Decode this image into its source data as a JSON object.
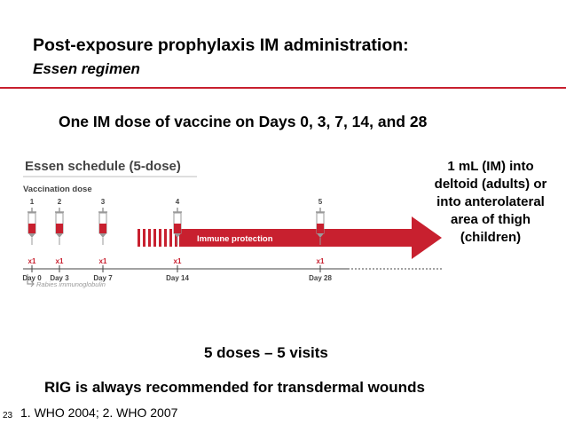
{
  "slide": {
    "title": "Post-exposure prophylaxis IM administration:",
    "subtitle": "Essen regimen",
    "headline": "One IM dose of vaccine on Days 0, 3, 7, 14, and 28",
    "route_text": "1 mL (IM) into deltoid (adults) or into anterolateral area of thigh (children)",
    "doses_text": "5 doses – 5 visits",
    "rig_text": "RIG is always recommended for transdermal wounds",
    "references": "1. WHO 2004; 2. WHO 2007",
    "slide_number": "23"
  },
  "diagram": {
    "title": "Essen schedule (5-dose)",
    "section_label": "Vaccination dose",
    "arrow_label": "Immune protection",
    "rig_note": "Rabies immunoglobulin",
    "doses": [
      {
        "number": "1",
        "mult": "x1",
        "day": "Day 0"
      },
      {
        "number": "2",
        "mult": "x1",
        "day": "Day 3"
      },
      {
        "number": "3",
        "mult": "x1",
        "day": "Day 7"
      },
      {
        "number": "4",
        "mult": "x1",
        "day": "Day 14"
      },
      {
        "number": "5",
        "mult": "x1",
        "day": "Day 28"
      }
    ],
    "colors": {
      "accent": "#c8202f",
      "dark": "#444444",
      "syringe_gray": "#9a9a9a"
    }
  }
}
